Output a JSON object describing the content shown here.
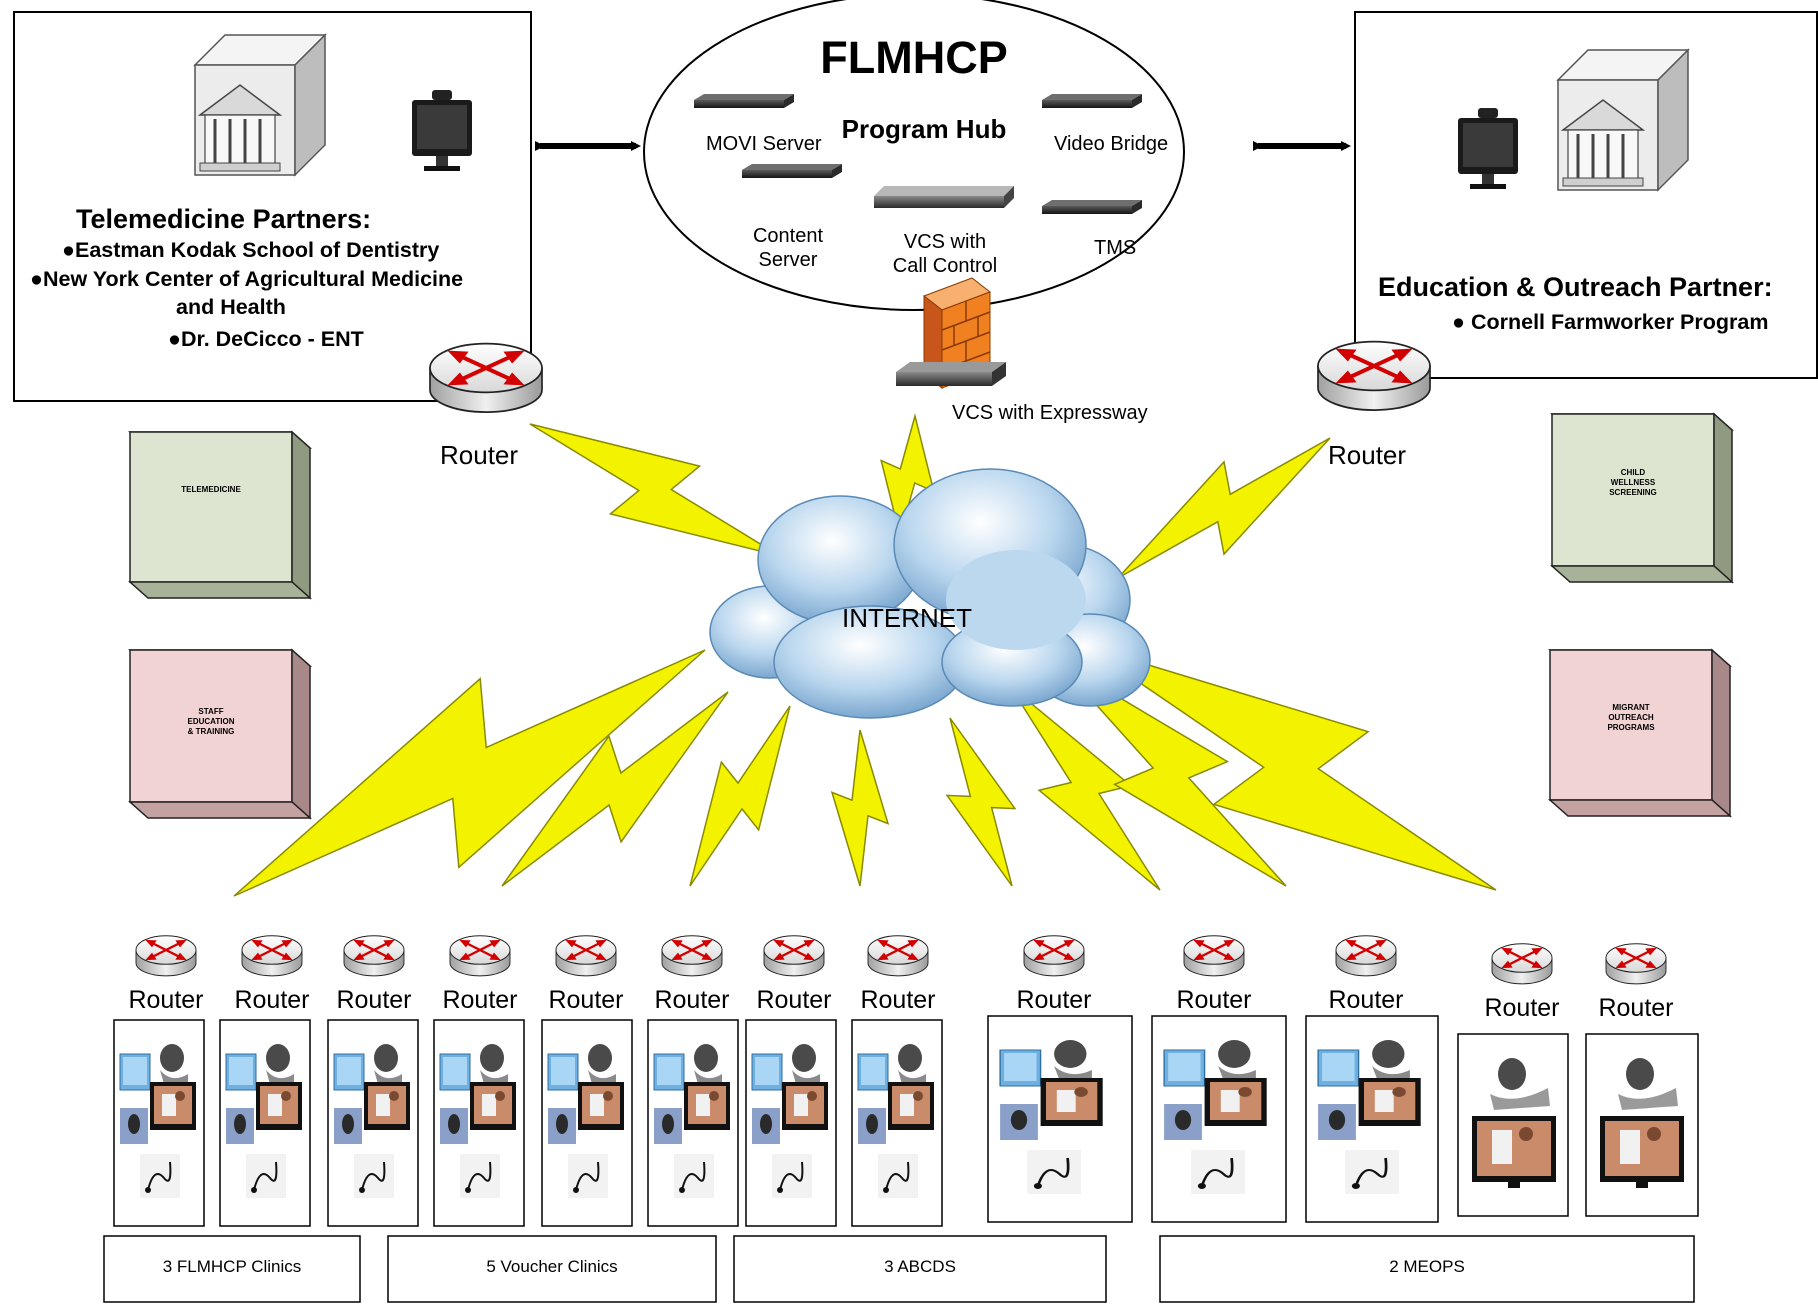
{
  "hub": {
    "title": "FLMHCP",
    "subtitle": "Program Hub",
    "movi_server": "MOVI Server",
    "video_bridge": "Video Bridge",
    "content_server_line1": "Content",
    "content_server_line2": "Server",
    "vcs_call_line1": "VCS with",
    "vcs_call_line2": "Call Control",
    "tms": "TMS"
  },
  "expressway": {
    "label": "VCS with Expressway"
  },
  "internet": {
    "label": "INTERNET"
  },
  "left_partner": {
    "title": "Telemedicine Partners:",
    "items": [
      "●Eastman Kodak School of Dentistry",
      "●New York Center of Agricultural Medicine",
      "and Health",
      "●Dr. DeCicco - ENT"
    ]
  },
  "right_partner": {
    "title": "Education & Outreach Partner:",
    "items": [
      "● Cornell Farmworker Program"
    ]
  },
  "routers": {
    "top_left": "Router",
    "top_right": "Router"
  },
  "services": {
    "telemedicine": "TELEMEDICINE",
    "staff_line1": "STAFF",
    "staff_line2": "EDUCATION",
    "staff_line3": "& TRAINING",
    "child_line1": "CHILD",
    "child_line2": "WELLNESS",
    "child_line3": "SCREENING",
    "migrant_line1": "MIGRANT",
    "migrant_line2": "OUTREACH",
    "migrant_line3": "PROGRAMS"
  },
  "clinics": {
    "router_labels": [
      "Router",
      "Router",
      "Router",
      "Router",
      "Router",
      "Router",
      "Router",
      "Router",
      "Router",
      "Router",
      "Router",
      "Router",
      "Router"
    ]
  },
  "groups": {
    "flmhcp": "3 FLMHCP Clinics",
    "voucher": "5 Voucher Clinics",
    "abcds": "3 ABCDS",
    "meops": "2 MEOPS"
  },
  "colors": {
    "lightning_fill": "#f3f300",
    "lightning_stroke": "#8a8a00",
    "cloud_fill": "#a8cce8",
    "cloud_dark": "#6f9ec9",
    "telemedicine_cube": "#dde5d0",
    "staff_cube": "#f1d3d3",
    "router_arrow": "#d20000",
    "firewall": "#f08020"
  }
}
